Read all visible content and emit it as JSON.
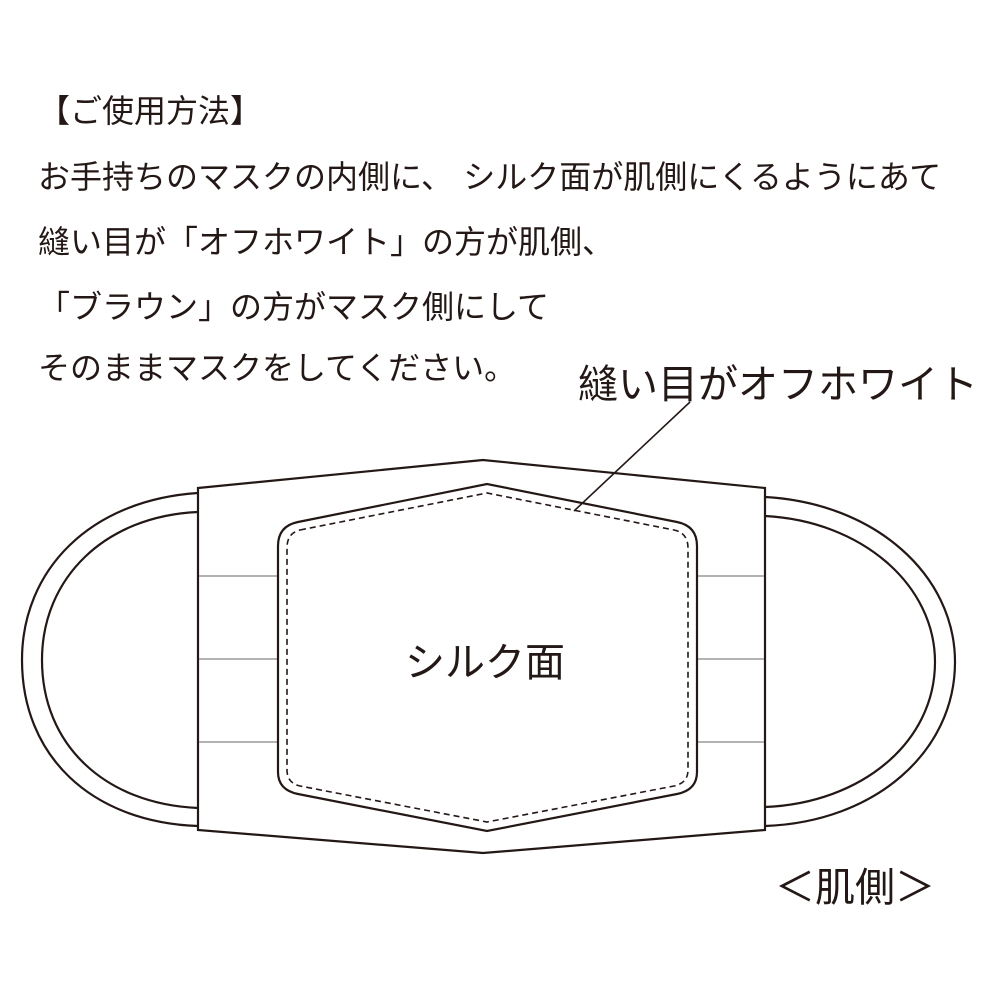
{
  "instructions": {
    "title": "【ご使用方法】",
    "lines": [
      "お手持ちのマスクの内側に、 シルク面が肌側にくるようにあて",
      "縫い目が「オフホワイト」の方が肌側、",
      "「ブラウン」の方がマスク側にして",
      "そのままマスクをしてください。"
    ]
  },
  "diagram": {
    "seam_label": "縫い目がオフホワイト",
    "panel_label": "シルク面",
    "side_label": "＜肌側＞",
    "colors": {
      "stroke": "#231815",
      "pleat": "#9a9a9a"
    }
  }
}
